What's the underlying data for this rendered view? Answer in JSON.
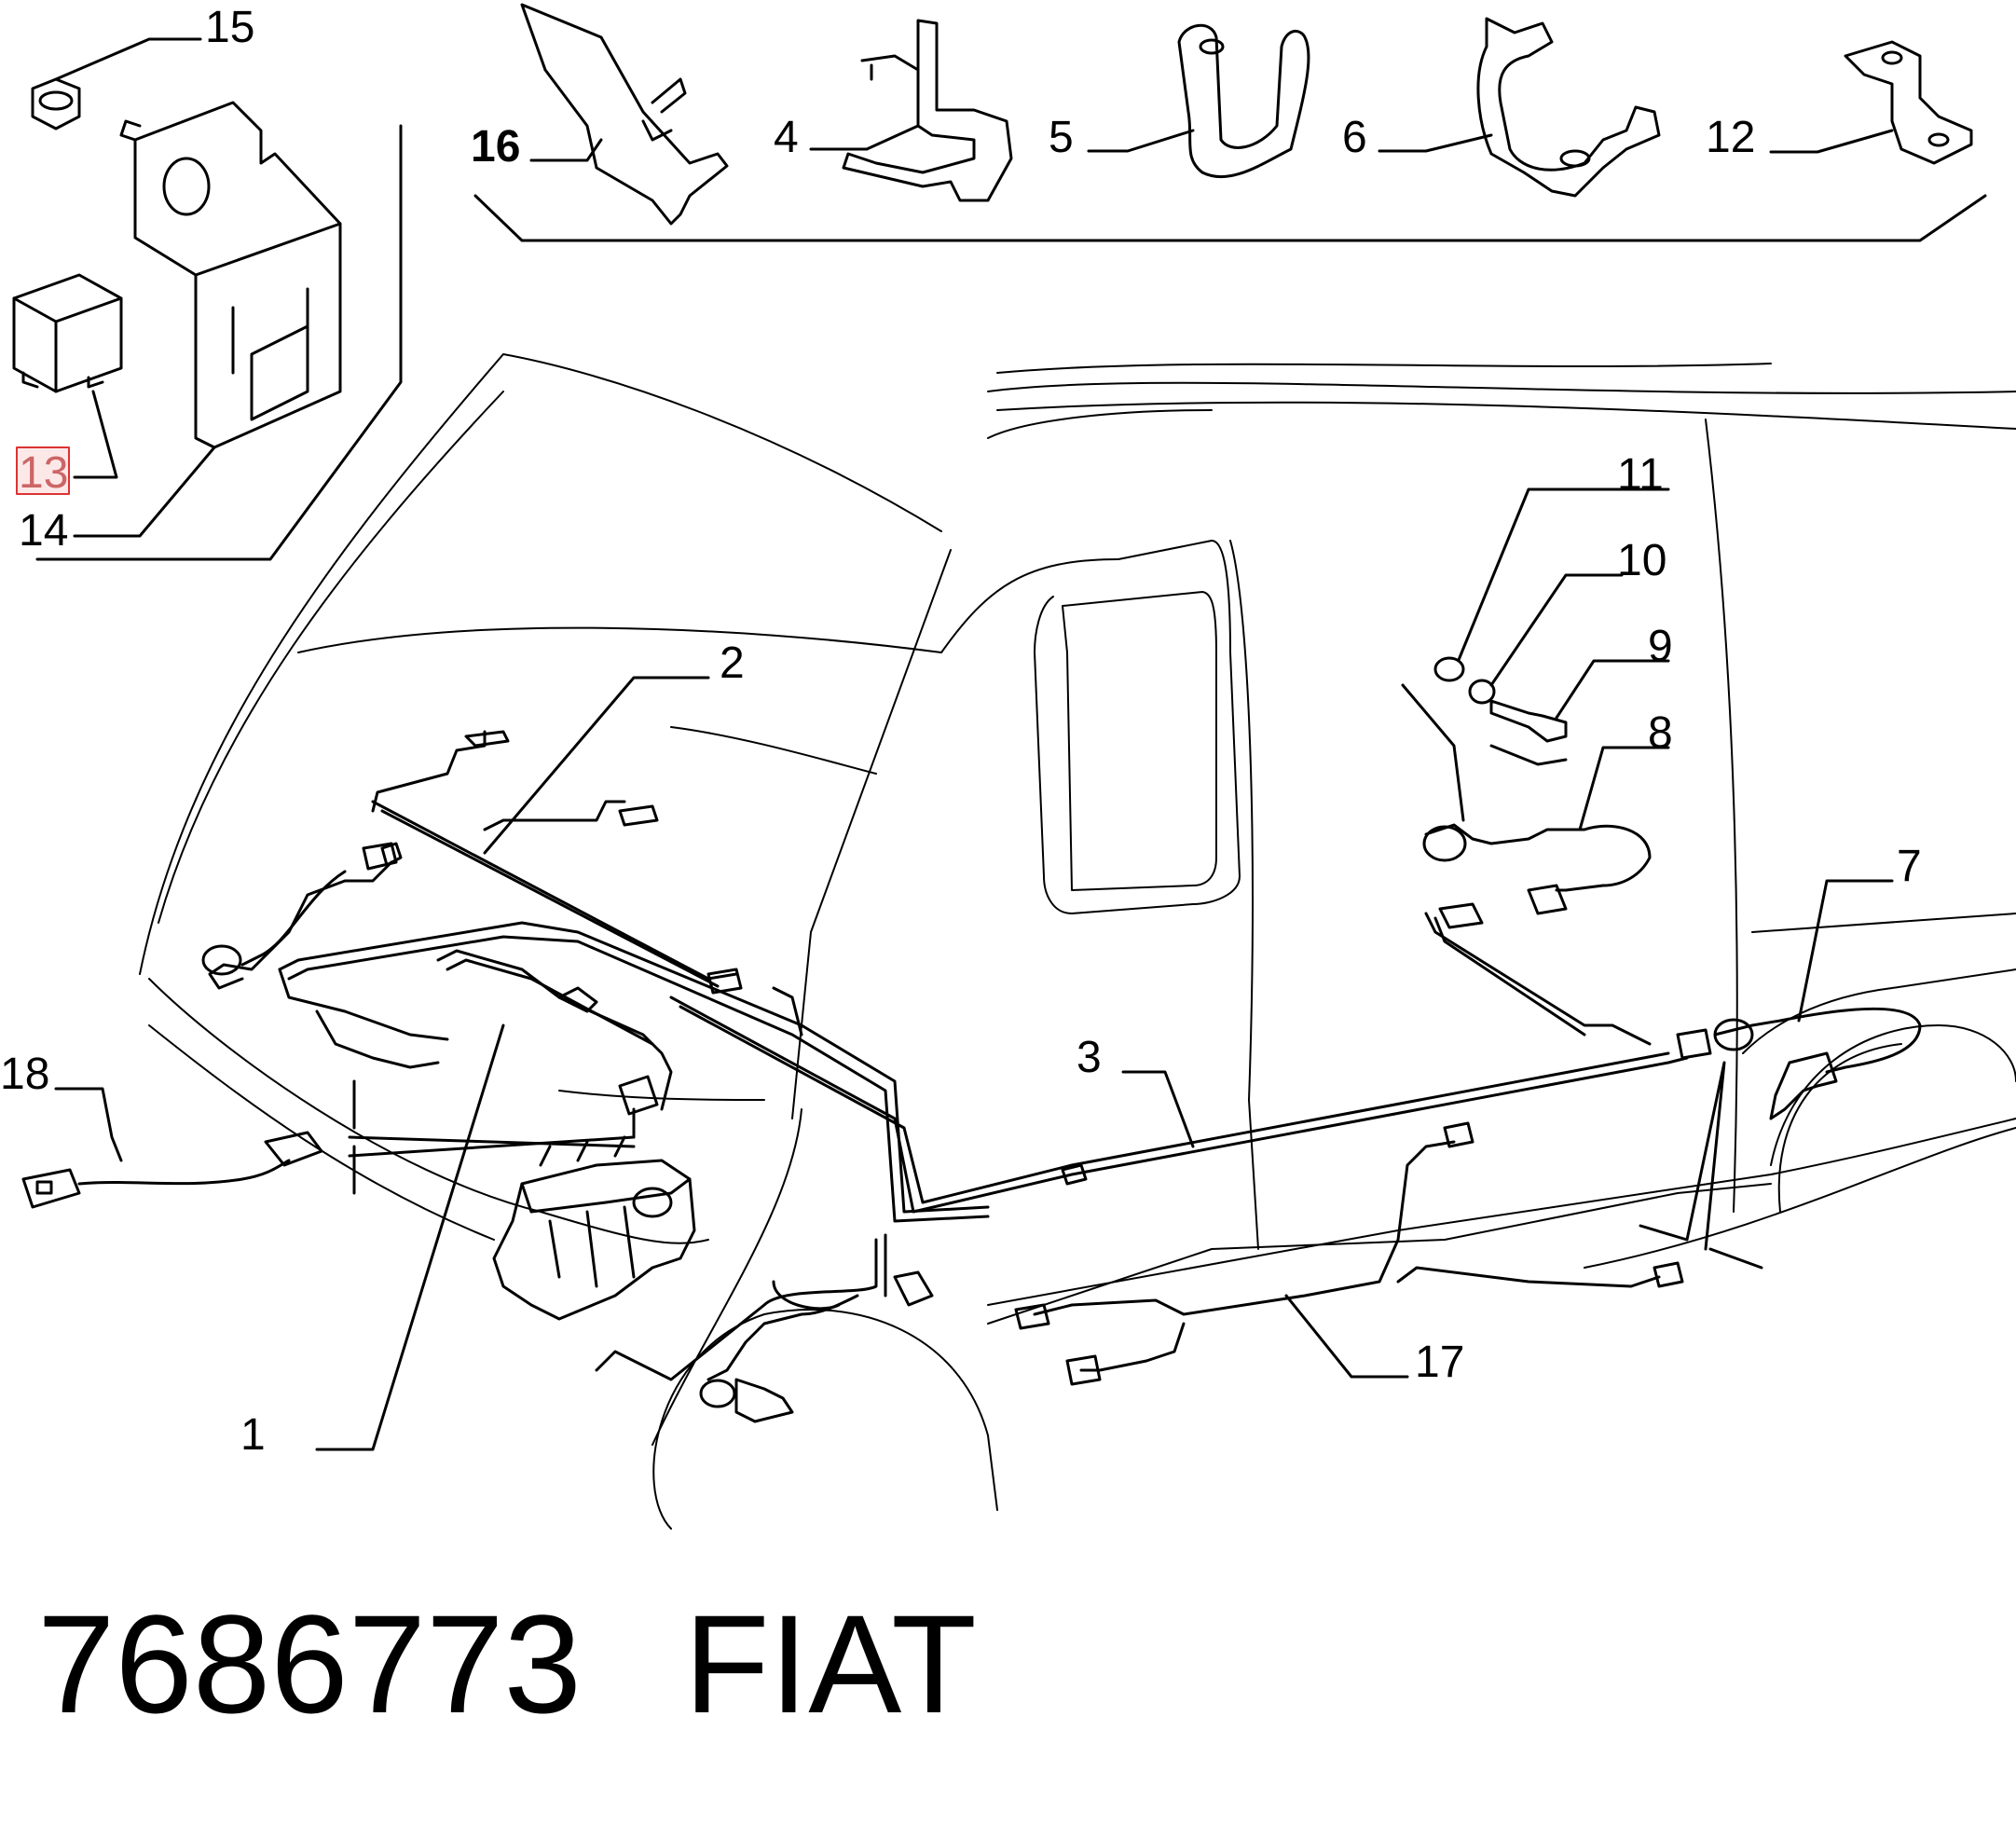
{
  "callouts": {
    "c1": "1",
    "c2": "2",
    "c3": "3",
    "c4": "4",
    "c5": "5",
    "c6": "6",
    "c7": "7",
    "c8": "8",
    "c9": "9",
    "c10": "10",
    "c11": "11",
    "c12": "12",
    "c13": "13",
    "c14": "14",
    "c15": "15",
    "c16": "16",
    "c17": "17",
    "c18": "18"
  },
  "highlighted_callout": "13",
  "highlight_color": "#d33333",
  "footer": {
    "part_number": "7686773",
    "brand": "FIAT"
  }
}
